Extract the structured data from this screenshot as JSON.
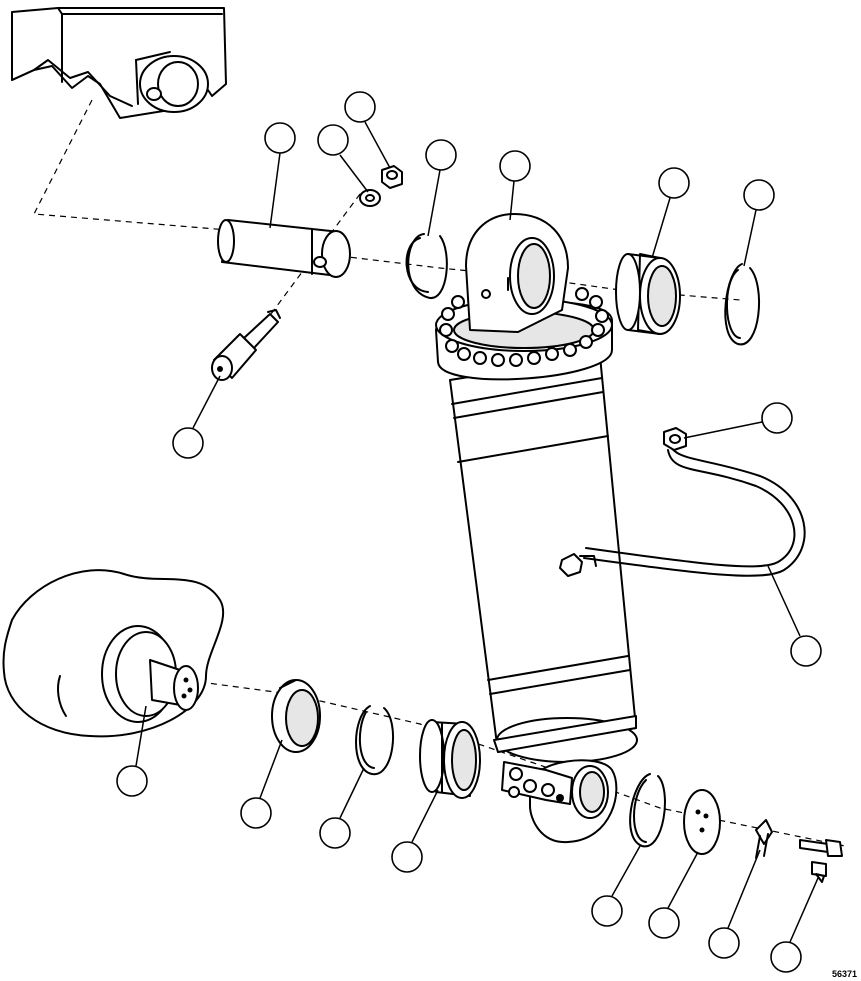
{
  "drawing": {
    "reference_number": "56371"
  },
  "callouts": [
    {
      "part": "pivot-pin"
    },
    {
      "part": "washer"
    },
    {
      "part": "nut"
    },
    {
      "part": "circlip-upper-left"
    },
    {
      "part": "cylinder-eye"
    },
    {
      "part": "bush-upper"
    },
    {
      "part": "circlip-upper-right"
    },
    {
      "part": "pin-bolt"
    },
    {
      "part": "strap-nut"
    },
    {
      "part": "hose-strap"
    },
    {
      "part": "rod-pin"
    },
    {
      "part": "spacer"
    },
    {
      "part": "circlip-lower-left"
    },
    {
      "part": "bush-lower"
    },
    {
      "part": "circlip-lower-right"
    },
    {
      "part": "cap-plate"
    },
    {
      "part": "lock-tab"
    },
    {
      "part": "bolt"
    }
  ]
}
